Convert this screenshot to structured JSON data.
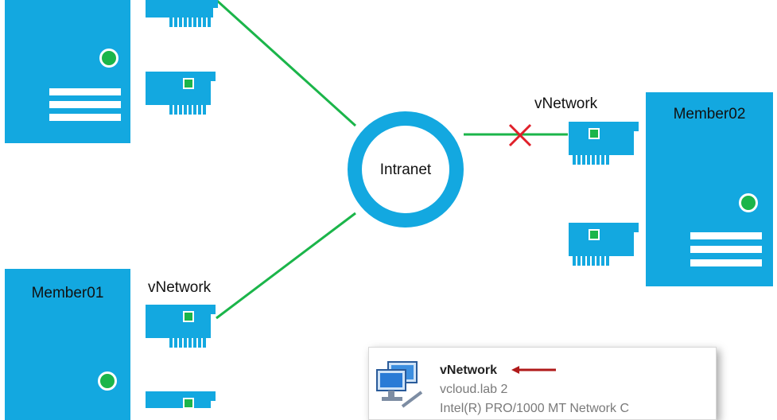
{
  "hub": {
    "label": "Intranet"
  },
  "servers": [
    {
      "id": "top-left",
      "label": ""
    },
    {
      "id": "member01",
      "label": "Member01"
    },
    {
      "id": "member02",
      "label": "Member02"
    }
  ],
  "links": {
    "member01_nic_label": "vNetwork",
    "member02_nic_label": "vNetwork"
  },
  "colors": {
    "server_blue": "#13a8e0",
    "link_green": "#1bb54a",
    "cross_red": "#e0202a",
    "arrow_red": "#b01a1a"
  },
  "adapter_panel": {
    "name": "vNetwork",
    "network": "vcloud.lab  2",
    "device": "Intel(R) PRO/1000 MT Network C"
  }
}
